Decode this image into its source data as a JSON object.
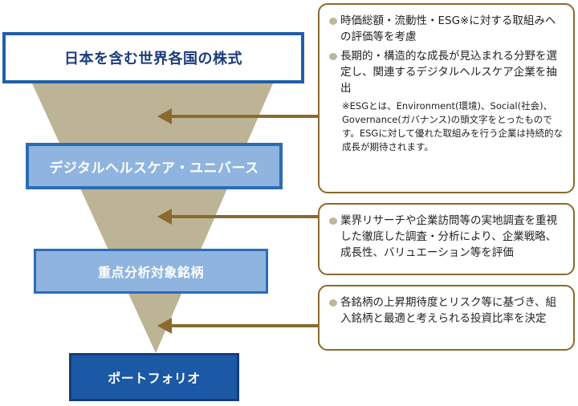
{
  "colors": {
    "funnel": "#bdb496",
    "arrow": "#8a6a2e",
    "frame_blue": "#1f5fa8",
    "light_blue": "#8fb4df",
    "dark_blue": "#1b58a6"
  },
  "stages": [
    {
      "label": "日本を含む世界各国の株式"
    },
    {
      "label": "デジタルヘルスケア・ユニバース"
    },
    {
      "label": "重点分析対象銘柄"
    },
    {
      "label": "ポートフォリオ"
    }
  ],
  "boxes": [
    {
      "bullets": [
        "時価総額・流動性・ESG※に対する取組みへの評価等を考慮",
        "長期的・構造的な成長が見込まれる分野を選定し、関連するデジタルヘルスケア企業を抽出"
      ],
      "note": "※ESGとは、Environment(環境)、Social(社会)、Governance(ガバナンス)の頭文字をとったものです。ESGに対して優れた取組みを行う企業は持続的な成長が期待されます。"
    },
    {
      "bullets": [
        "業界リサーチや企業訪問等の実地調査を重視した徹底した調査・分析により、企業戦略、成長性、バリュエーション等を評価"
      ]
    },
    {
      "bullets": [
        "各銘柄の上昇期待度とリスク等に基づき、組入銘柄と最適と考えられる投資比率を決定"
      ]
    }
  ]
}
